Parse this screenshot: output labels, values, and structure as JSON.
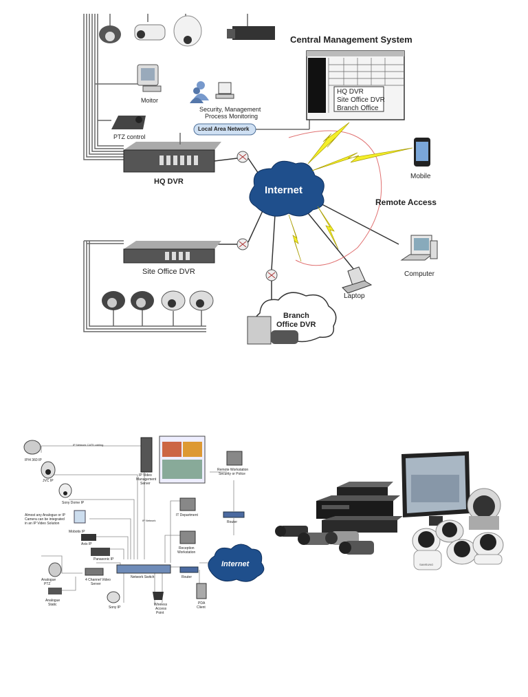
{
  "top_diagram": {
    "central_title": "Central Management System",
    "cms_rows": [
      "HQ DVR",
      "Site Office DVR",
      "Branch Office"
    ],
    "monitor_label": "Moitor",
    "ptz_label": "PTZ control",
    "security_label_1": "Security, Management",
    "security_label_2": "Process Monitoring",
    "lan_label": "Local Area Network",
    "hq_dvr_label": "HQ DVR",
    "internet_label": "Internet",
    "mobile_label": "Mobile",
    "remote_access_label": "Remote Access",
    "site_dvr_label": "Site Office DVR",
    "computer_label": "Computer",
    "laptop_label": "Laptop",
    "branch_label_1": "Branch",
    "branch_label_2": "Office DVR"
  },
  "bottom_diagram": {
    "items": {
      "ip360": "IP/4 360 IP",
      "jvc": "JVC IP",
      "sony_dome": "Sony Dome IP",
      "adapt_1": "Almost any Analogue or IP",
      "adapt_2": "Camera can be integrated",
      "adapt_3": "in an IP Video Solution",
      "mobotix": "Mobotix IP",
      "axis": "Axis IP",
      "panasonic": "Panasonic IP",
      "analogue_ptz_1": "Analogue",
      "analogue_ptz_2": "PTZ",
      "analogue_static_1": "Analogue",
      "analogue_static_2": "Static",
      "channel_server_1": "4 Channel Video",
      "channel_server_2": "Server",
      "sony_ip": "Sony IP",
      "network_switch": "Network Switch",
      "router_bottom": "Router",
      "wireless_1": "Wireless",
      "wireless_2": "Access",
      "wireless_3": "Point",
      "pda_1": "PDA",
      "pda_2": "Client",
      "ip_mgmt_1": "IP Video",
      "ip_mgmt_2": "Management",
      "ip_mgmt_3": "Server",
      "it_dept": "IT Department",
      "reception_1": "Reception",
      "reception_2": "Workstation",
      "remote_ws_1": "Remote Workstation",
      "remote_ws_2": "Security or Police",
      "router_right": "Router",
      "internet": "Internet",
      "top_link": "IP Network CAT5 cabling",
      "ip_network": "IP Network"
    }
  },
  "product": {
    "brand": "SAMSUNG"
  }
}
